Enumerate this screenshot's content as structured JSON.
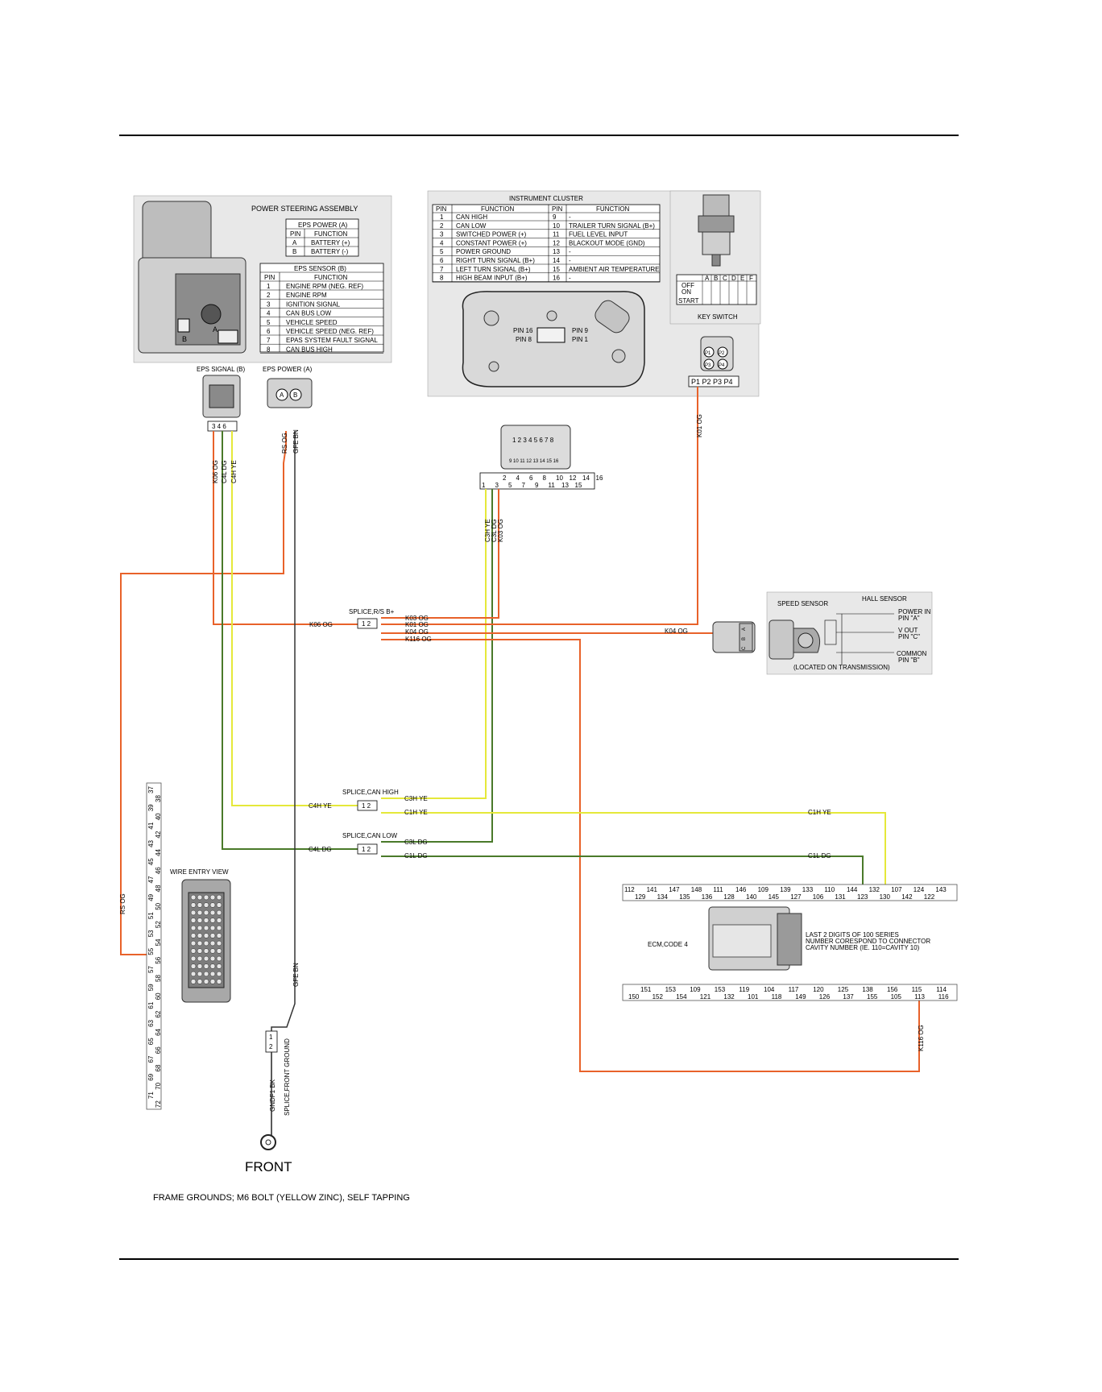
{
  "power_steering": {
    "title": "POWER STEERING ASSEMBLY",
    "eps_power_title": "EPS POWER (A)",
    "eps_power_header": [
      "PIN",
      "FUNCTION"
    ],
    "eps_power_rows": [
      [
        "A",
        "BATTERY (+)"
      ],
      [
        "B",
        "BATTERY (-)"
      ]
    ],
    "eps_sensor_title": "EPS SENSOR (B)",
    "eps_sensor_header": [
      "PIN",
      "FUNCTION"
    ],
    "eps_sensor_rows": [
      [
        "1",
        "ENGINE RPM (NEG. REF)"
      ],
      [
        "2",
        "ENGINE RPM"
      ],
      [
        "3",
        "IGNITION SIGNAL"
      ],
      [
        "4",
        "CAN BUS LOW"
      ],
      [
        "5",
        "VEHICLE SPEED"
      ],
      [
        "6",
        "VEHICLE SPEED (NEG. REF)"
      ],
      [
        "7",
        "EPAS SYSTEM FAULT SIGNAL"
      ],
      [
        "8",
        "CAN BUS HIGH"
      ]
    ],
    "label_b": "B",
    "label_a": "A"
  },
  "instrument_cluster": {
    "title": "INSTRUMENT CLUSTER",
    "header": [
      "PIN",
      "FUNCTION",
      "PIN",
      "FUNCTION"
    ],
    "rows": [
      [
        "1",
        "CAN HIGH",
        "9",
        "-"
      ],
      [
        "2",
        "CAN LOW",
        "10",
        "TRAILER TURN SIGNAL (B+)"
      ],
      [
        "3",
        "SWITCHED POWER (+)",
        "11",
        "FUEL LEVEL INPUT"
      ],
      [
        "4",
        "CONSTANT POWER (+)",
        "12",
        "BLACKOUT MODE (GND)"
      ],
      [
        "5",
        "POWER GROUND",
        "13",
        "-"
      ],
      [
        "6",
        "RIGHT TURN SIGNAL (B+)",
        "14",
        "-"
      ],
      [
        "7",
        "LEFT TURN SIGNAL (B+)",
        "15",
        "AMBIENT AIR TEMPERATURE"
      ],
      [
        "8",
        "HIGH BEAM INPUT (B+)",
        "16",
        "-"
      ]
    ],
    "pin16": "PIN 16",
    "pin8": "PIN 8",
    "pin9": "PIN 9",
    "pin1": "PIN 1"
  },
  "key_switch": {
    "title": "KEY SWITCH",
    "cols": [
      "A",
      "B",
      "C",
      "D",
      "E",
      "F"
    ],
    "rows": [
      "OFF",
      "ON",
      "START"
    ],
    "pins": [
      "P1",
      "P2",
      "P3",
      "P4"
    ],
    "pin_strip": "P1  P2  P3  P4"
  },
  "connectors": {
    "eps_signal": "EPS SIGNAL (B)",
    "eps_power": "EPS POWER (A)",
    "eps_signal_pins": "3   4   6",
    "eps_power_pins": [
      "A",
      "B"
    ],
    "ic_top_pins": "1 2 3 4 5 6 7 8",
    "ic_bottom_pins": "9 10 11 12 13 14 15 16",
    "ic_strip_top": [
      "2",
      "4",
      "6",
      "8",
      "10",
      "12",
      "14",
      "16"
    ],
    "ic_strip_bottom": [
      "1",
      "3",
      "5",
      "7",
      "9",
      "11",
      "13",
      "15"
    ]
  },
  "wires": {
    "k06_og": "K06 OG",
    "c4l_dg": "C4L DG",
    "c4h_ye": "C4H YE",
    "rs_og": "RS OG",
    "gfe_bn": "GFE BN",
    "c3h_ye": "C3H YE",
    "c3l_dg": "C3L DG",
    "k03_og": "K03 OG",
    "k01_og": "K01 OG",
    "k04_og": "K04 OG",
    "k116_og": "K116 OG",
    "c1h_ye": "C1H YE",
    "c1l_dg": "C1L DG",
    "gndf1_bk": "GNDF1 BK"
  },
  "splices": {
    "rs_b": "SPLICE,R/S B+",
    "can_high": "SPLICE,CAN HIGH",
    "can_low": "SPLICE,CAN LOW",
    "front_ground": "SPLICE,FRONT GROUND",
    "pins": "1  2"
  },
  "speed_sensor": {
    "title": "SPEED SENSOR",
    "hall": "HALL SENSOR",
    "power": "POWER IN",
    "power_pin": "PIN \"A\"",
    "vout": "V OUT",
    "vout_pin": "PIN \"C\"",
    "common": "COMMON",
    "common_pin": "PIN \"B\"",
    "location": "(LOCATED ON TRANSMISSION)",
    "pins": [
      "A",
      "B",
      "C"
    ]
  },
  "ecm": {
    "label": "ECM,CODE 4",
    "note_line1": "LAST 2 DIGITS OF 100 SERIES",
    "note_line2": "NUMBER CORESPOND TO CONNECTOR",
    "note_line3": "CAVITY NUMBER (IE. 110=CAVITY 10)",
    "top_row_a": [
      "112",
      "141",
      "147",
      "148",
      "111",
      "146",
      "109",
      "139",
      "133",
      "110",
      "144",
      "132",
      "107",
      "124",
      "143"
    ],
    "top_row_b": [
      "129",
      "134",
      "135",
      "136",
      "128",
      "140",
      "145",
      "127",
      "106",
      "131",
      "123",
      "130",
      "142",
      "122"
    ],
    "bottom_row_a": [
      "151",
      "153",
      "109",
      "153",
      "119",
      "104",
      "117",
      "120",
      "125",
      "138",
      "156",
      "115",
      "114"
    ],
    "bottom_row_b": [
      "150",
      "152",
      "154",
      "121",
      "132",
      "101",
      "118",
      "149",
      "126",
      "137",
      "155",
      "105",
      "113",
      "116"
    ]
  },
  "wire_entry": {
    "title": "WIRE ENTRY VIEW",
    "strip_a": [
      "37",
      "39",
      "41",
      "43",
      "45",
      "47",
      "49",
      "51",
      "53",
      "55",
      "57",
      "59",
      "61",
      "63",
      "65",
      "67",
      "69",
      "71"
    ],
    "strip_b": [
      "38",
      "40",
      "42",
      "44",
      "46",
      "48",
      "50",
      "52",
      "54",
      "56",
      "58",
      "60",
      "62",
      "64",
      "66",
      "68",
      "70",
      "72"
    ]
  },
  "ground": {
    "front": "FRONT",
    "note": "FRAME GROUNDS; M6 BOLT (YELLOW ZINC), SELF TAPPING",
    "pins": [
      "1",
      "2"
    ]
  },
  "colors": {
    "orange": "#e8622a",
    "yellow": "#e5e83a",
    "green": "#4a7a2a"
  }
}
